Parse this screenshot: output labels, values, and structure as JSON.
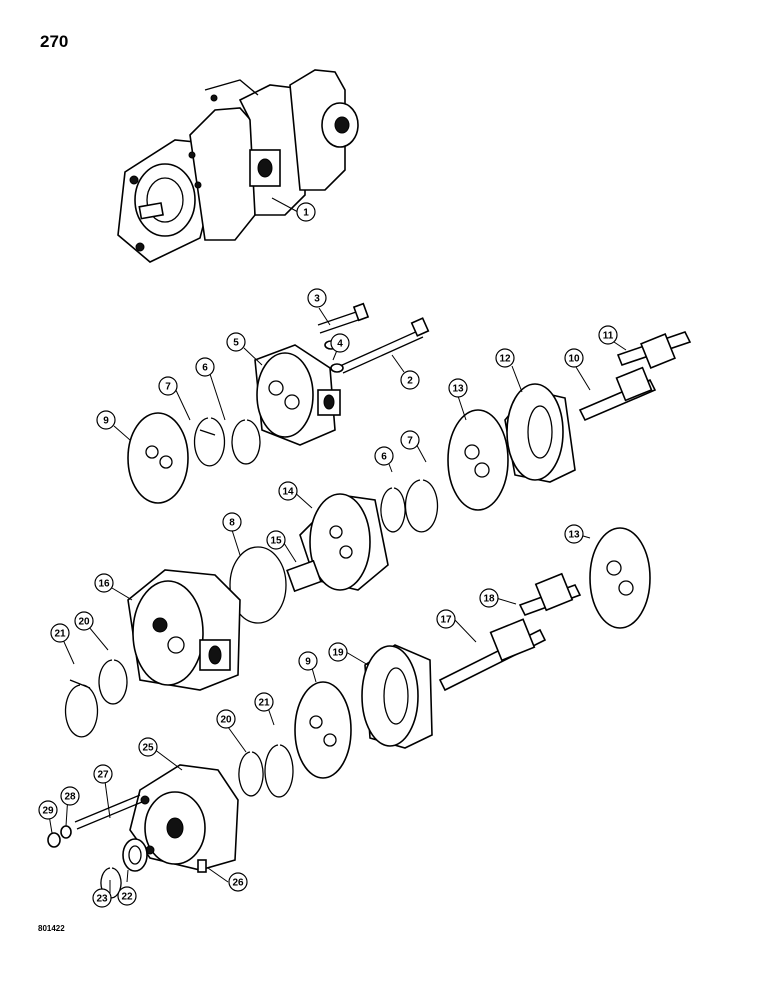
{
  "page_number": "270",
  "figure_code": "801422",
  "callouts": [
    {
      "id": "c1",
      "label": "1"
    },
    {
      "id": "c2",
      "label": "2"
    },
    {
      "id": "c3",
      "label": "3"
    },
    {
      "id": "c4",
      "label": "4"
    },
    {
      "id": "c5",
      "label": "5"
    },
    {
      "id": "c6a",
      "label": "6"
    },
    {
      "id": "c6b",
      "label": "6"
    },
    {
      "id": "c7a",
      "label": "7"
    },
    {
      "id": "c7b",
      "label": "7"
    },
    {
      "id": "c8",
      "label": "8"
    },
    {
      "id": "c9a",
      "label": "9"
    },
    {
      "id": "c9b",
      "label": "9"
    },
    {
      "id": "c10",
      "label": "10"
    },
    {
      "id": "c11",
      "label": "11"
    },
    {
      "id": "c12",
      "label": "12"
    },
    {
      "id": "c13a",
      "label": "13"
    },
    {
      "id": "c13b",
      "label": "13"
    },
    {
      "id": "c14",
      "label": "14"
    },
    {
      "id": "c15",
      "label": "15"
    },
    {
      "id": "c16",
      "label": "16"
    },
    {
      "id": "c17",
      "label": "17"
    },
    {
      "id": "c18",
      "label": "18"
    },
    {
      "id": "c19",
      "label": "19"
    },
    {
      "id": "c20a",
      "label": "20"
    },
    {
      "id": "c20b",
      "label": "20"
    },
    {
      "id": "c21a",
      "label": "21"
    },
    {
      "id": "c21b",
      "label": "21"
    },
    {
      "id": "c22",
      "label": "22"
    },
    {
      "id": "c23",
      "label": "23"
    },
    {
      "id": "c25",
      "label": "25"
    },
    {
      "id": "c26",
      "label": "26"
    },
    {
      "id": "c27",
      "label": "27"
    },
    {
      "id": "c28",
      "label": "28"
    },
    {
      "id": "c29",
      "label": "29"
    }
  ]
}
